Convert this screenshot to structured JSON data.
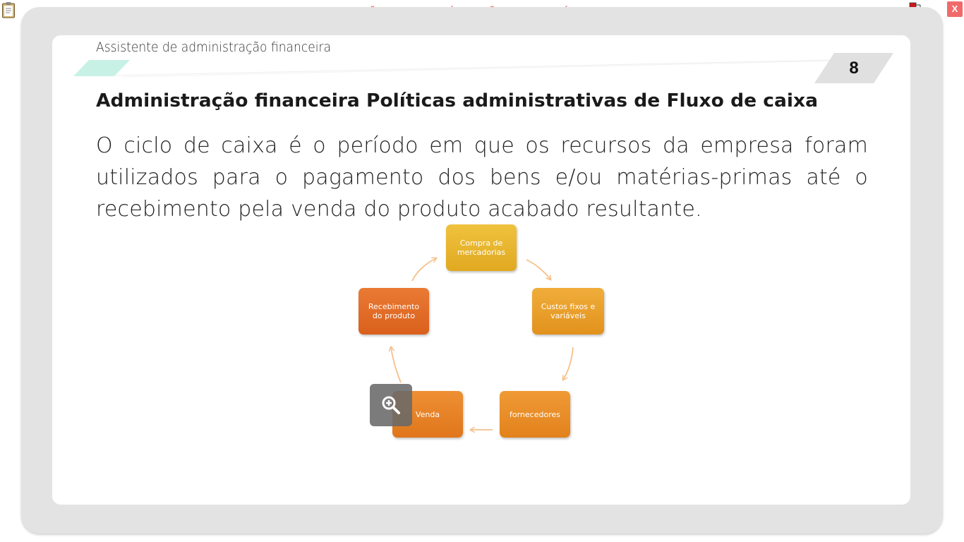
{
  "top_bar": {
    "banner_text": "VERSÃO PARA FUNCIONÁRIOS - NÃO COMERCIALIZÁVEL",
    "close_label": "X",
    "icons": [
      "clipboard-icon",
      "network-status-icon"
    ]
  },
  "slide": {
    "subtitle": "Assistente de administração financeira",
    "page_number": "8",
    "title": "Administração financeira Políticas administrativas de Fluxo de caixa",
    "body": "O ciclo de caixa é o período em que os recursos da empresa foram utilizados para o pagamento dos bens e/ou matérias-primas até o recebimento pela venda do produto acabado resultante."
  },
  "diagram": {
    "nodes": {
      "compra": "Compra de mercadorias",
      "custos": "Custos fixos e variáveis",
      "fornecedores": "fornecedores",
      "venda": "Venda",
      "recebimento": "Recebimento do produto"
    }
  },
  "colors": {
    "banner_text": "#f05a5a",
    "close_button": "#f06a6a",
    "accent_mint": "#c8f1e6",
    "node_yellow": "#eab32b",
    "node_amber": "#e89d2a",
    "node_orange": "#e5801f",
    "node_red_orange": "#de6520",
    "arrow": "#f6c08a"
  }
}
